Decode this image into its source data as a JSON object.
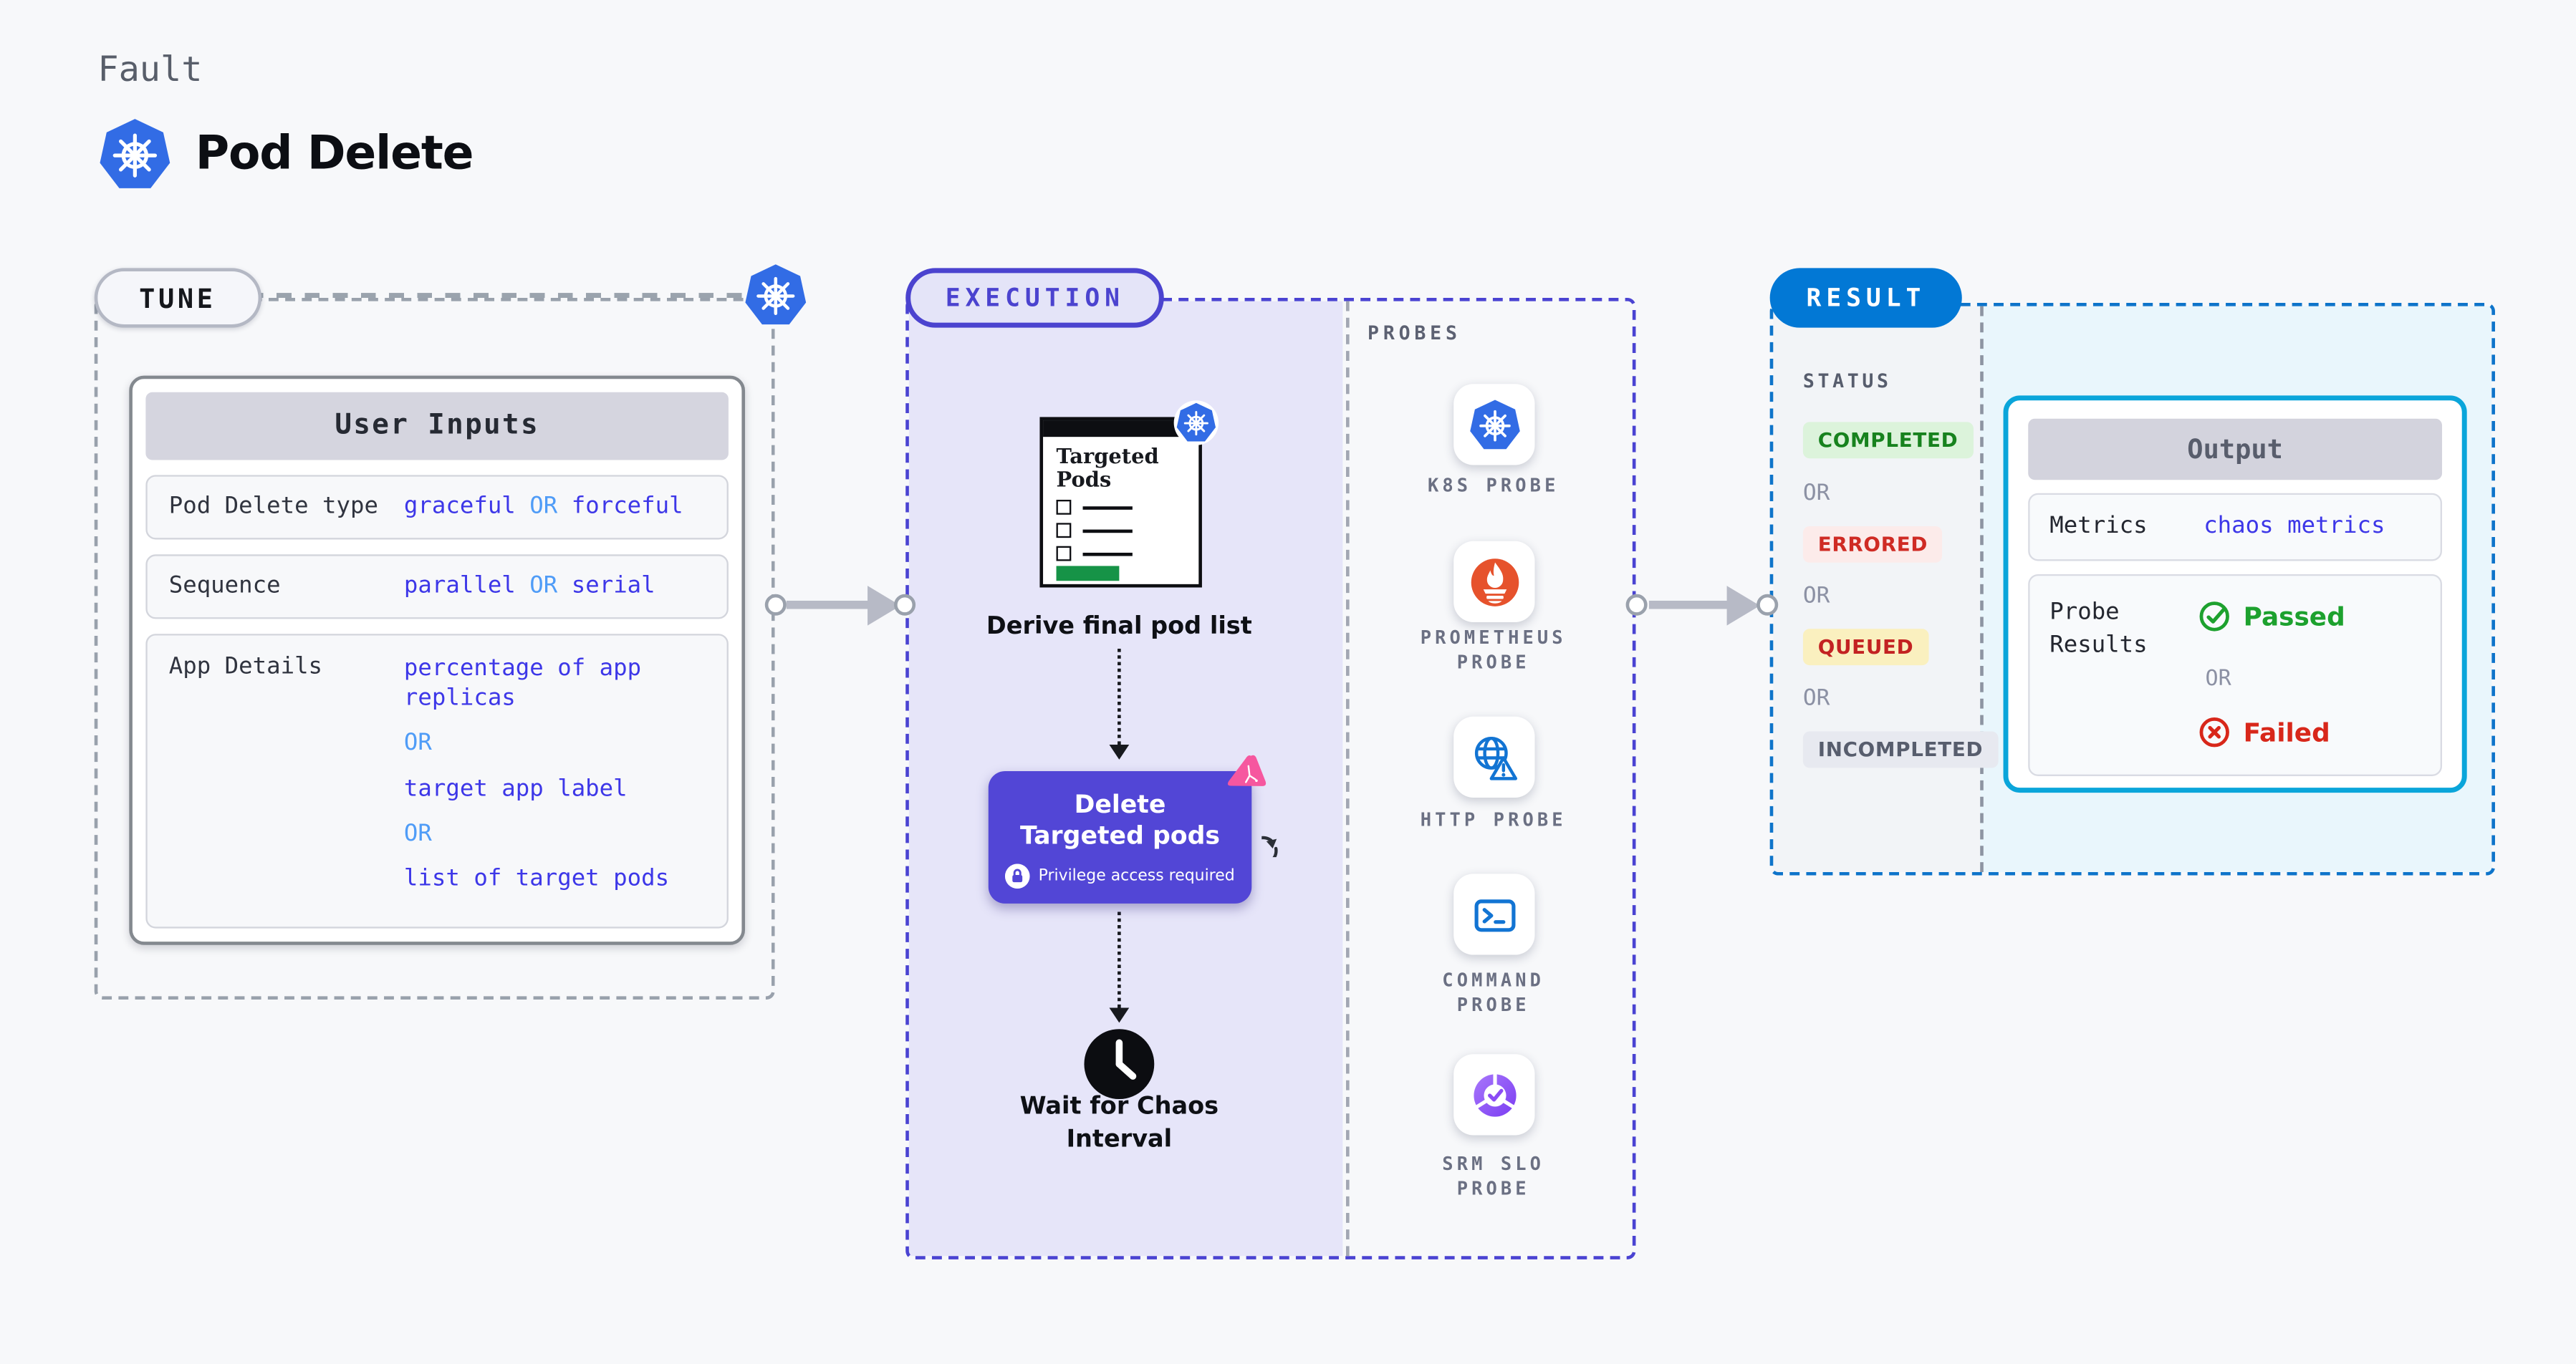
{
  "header": {
    "eyebrow": "Fault",
    "title": "Pod Delete"
  },
  "tune": {
    "badge": "TUNE",
    "user_inputs": {
      "title": "User Inputs",
      "rows": [
        {
          "label": "Pod Delete type",
          "v1": "graceful",
          "or1": "OR",
          "v2": "forceful"
        },
        {
          "label": "Sequence",
          "v1": "parallel",
          "or1": "OR",
          "v2": "serial"
        },
        {
          "label": "App Details",
          "v1": "percentage of app replicas",
          "or1": "OR",
          "v2": "target app label",
          "or2": "OR",
          "v3": "list of target pods"
        }
      ]
    }
  },
  "execution": {
    "badge": "EXECUTION",
    "targeted_pods_title": "Targeted Pods",
    "derive_step": "Derive final pod list",
    "delete_step": "Delete Targeted pods",
    "privilege_note": "Privilege access required",
    "wait_step": "Wait for Chaos Interval",
    "probes": {
      "title": "PROBES",
      "items": [
        "K8S PROBE",
        "PROMETHEUS\nPROBE",
        "HTTP PROBE",
        "COMMAND\nPROBE",
        "SRM SLO\nPROBE"
      ]
    }
  },
  "result": {
    "badge": "RESULT",
    "status": {
      "title": "STATUS",
      "or": "OR",
      "items": [
        "COMPLETED",
        "ERRORED",
        "QUEUED",
        "INCOMPLETED"
      ]
    },
    "output": {
      "title": "Output",
      "metrics_label": "Metrics",
      "metrics_value": "chaos metrics",
      "probe_results_label": "Probe Results",
      "passed": "Passed",
      "or": "OR",
      "failed": "Failed"
    }
  },
  "colors": {
    "kubernetes_blue": "#326ce5",
    "value_indigo": "#3d37e8",
    "or_blue": "#4f9cf7",
    "execution_purple": "#4b43cf",
    "button_purple": "#5246d6",
    "result_blue": "#0278d5",
    "output_border_cyan": "#0aa5da",
    "passed_green": "#1da12e",
    "failed_red": "#d8271a",
    "prometheus_orange": "#e6522c",
    "probe_icon_blue": "#1274d3",
    "srm_purple": "#8b4bf5",
    "chaos_pink": "#f6579f",
    "green_bar": "#169347",
    "completed_bg": "#dcf3db",
    "errored_bg": "#fcebea",
    "queued_bg": "#faf0bf",
    "incompleted_bg": "#e7e9f0"
  }
}
